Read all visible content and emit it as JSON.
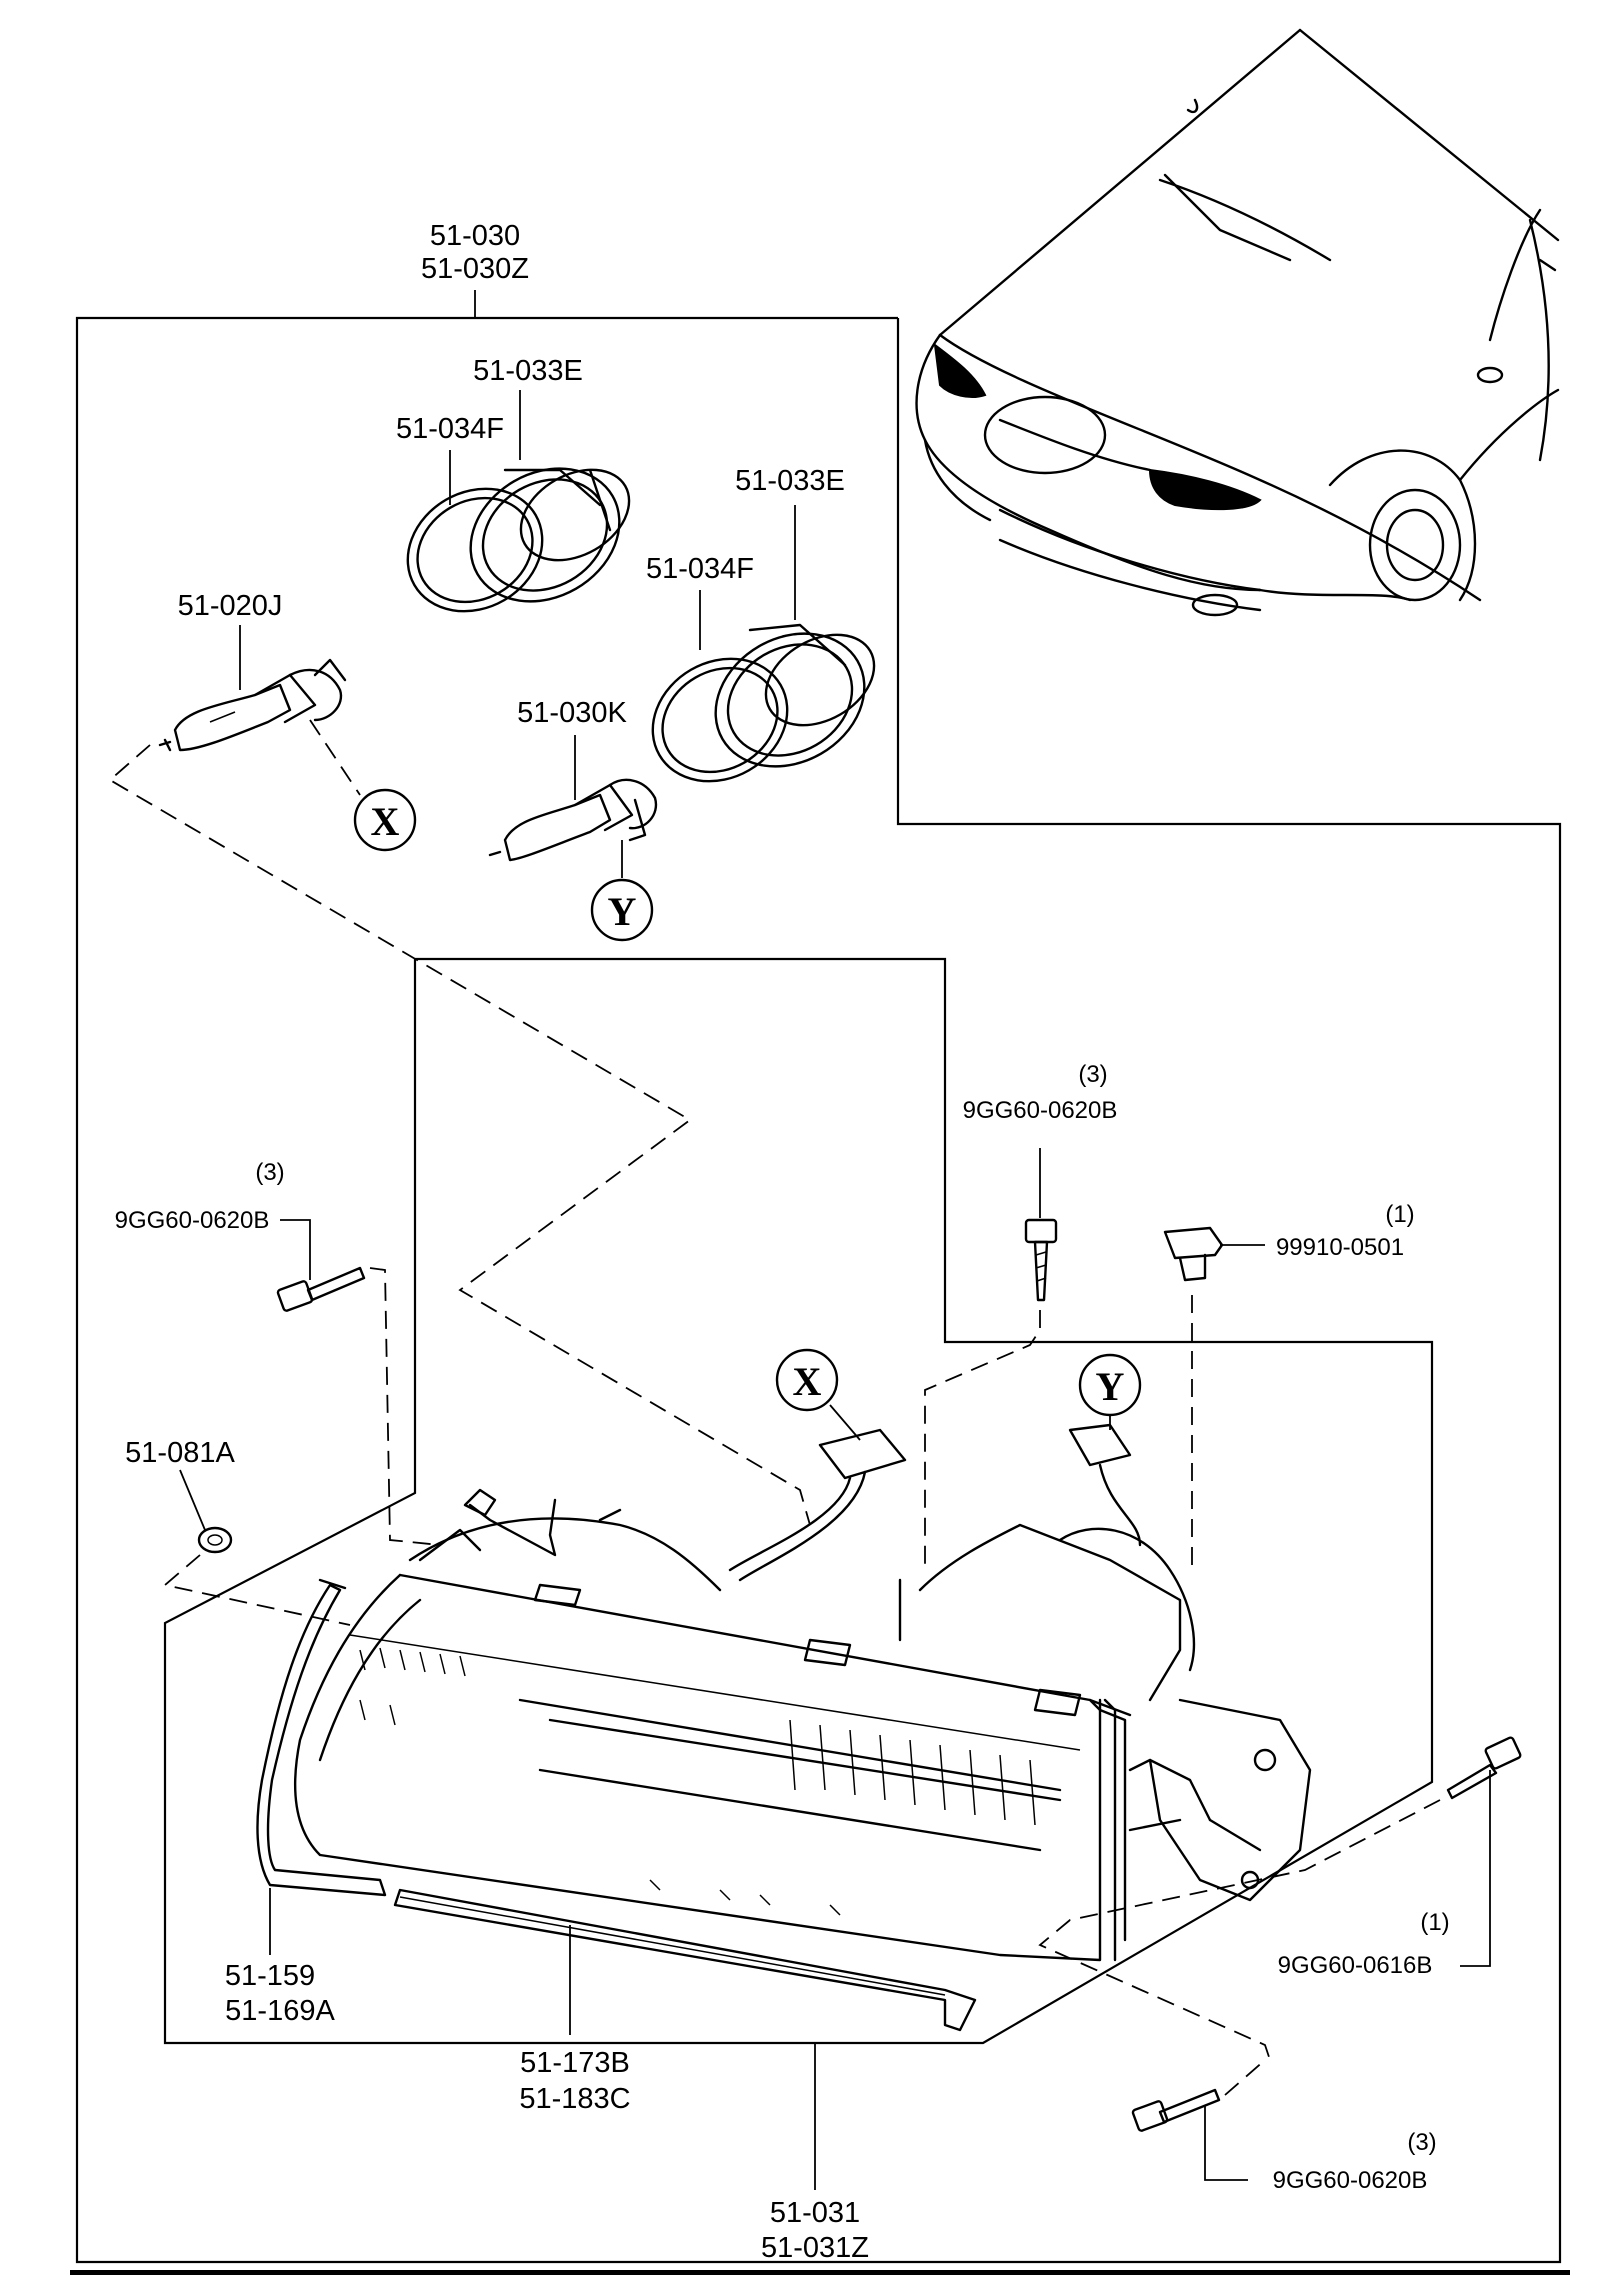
{
  "labels": {
    "assembly_top_1": "51-030",
    "assembly_top_2": "51-030Z",
    "ring_upper": "51-034F",
    "socket_upper": "51-033E",
    "ring_lower": "51-034F",
    "socket_lower": "51-033E",
    "bulb_x": "51-020J",
    "bulb_y": "51-030K",
    "callout_x": "X",
    "callout_y": "Y",
    "bolt_top_qty": "(3)",
    "bolt_top_part": "9GG60-0620B",
    "bolt_left_qty": "(3)",
    "bolt_left_part": "9GG60-0620B",
    "clip_qty": "(1)",
    "clip_part": "99910-0501",
    "nut_left": "51-081A",
    "seal_1": "51-159",
    "seal_2": "51-169A",
    "bottom_strip_1": "51-173B",
    "bottom_strip_2": "51-183C",
    "screw_right_qty": "(1)",
    "screw_right_part": "9GG60-0616B",
    "bolt_bottom_qty": "(3)",
    "bolt_bottom_part": "9GG60-0620B",
    "assembly_bottom_1": "51-031",
    "assembly_bottom_2": "51-031Z"
  },
  "icons": [
    "car-front-view-icon",
    "headlight-lens-icon",
    "bulb-icon",
    "socket-ring-icon",
    "bolt-icon",
    "clip-icon",
    "nut-icon"
  ]
}
